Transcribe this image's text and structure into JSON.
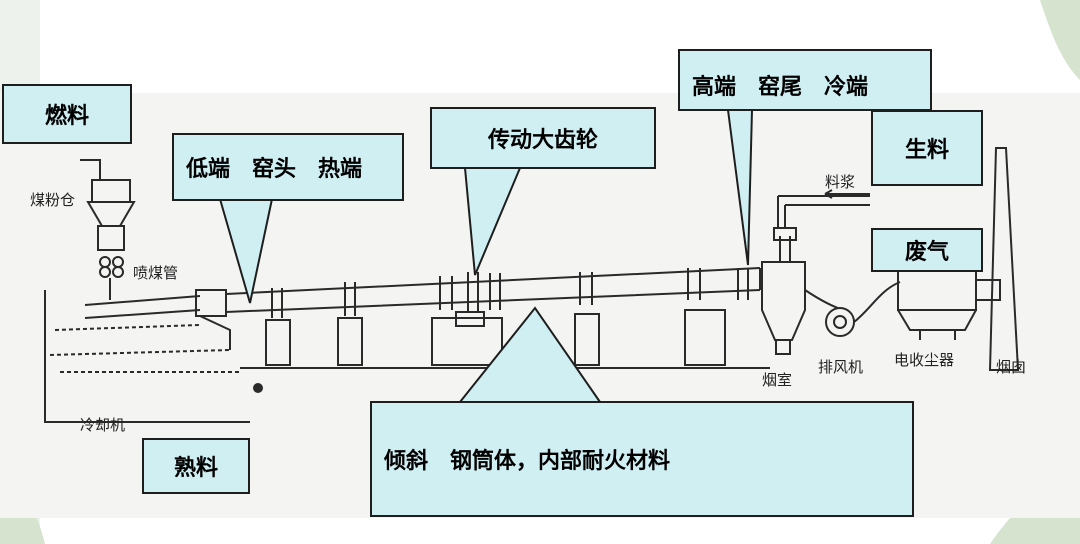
{
  "callouts": {
    "fuel": "燃料",
    "hot_end": "低端　窑头　热端",
    "gear": "传动大齿轮",
    "cold_end": "高端　窑尾　冷端",
    "raw_material": "生料",
    "exhaust": "废气",
    "clinker": "熟料",
    "cylinder": "倾斜　钢筒体，内部耐火材料"
  },
  "sketch_labels": {
    "coal_bin": "煤粉仓",
    "coal_pipe": "喷煤管",
    "slurry": "料浆",
    "cooler": "冷却机",
    "smoke_chamber": "烟室",
    "fan": "排风机",
    "precipitator": "电收尘器",
    "chimney": "烟囱"
  },
  "colors": {
    "callout_fill": "#cfeff3",
    "line": "#1e1e1e",
    "paper": "#f4f4f2",
    "leaf": "#d6e3cf"
  }
}
